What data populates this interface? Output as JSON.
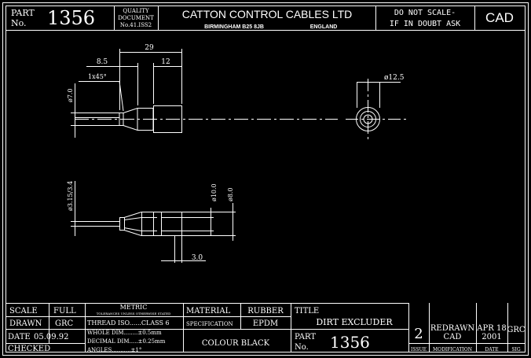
{
  "header": {
    "part_label": "PART",
    "part_no_label": "No.",
    "part_number": "1356",
    "quality_line1": "QUALITY",
    "quality_line2": "DOCUMENT",
    "quality_line3": "No.41.ISS2",
    "company_name": "CATTON CONTROL CABLES LTD",
    "company_city": "BIRMINGHAM B25 8JB",
    "company_country": "ENGLAND",
    "scale_note_1": "DO NOT SCALE-",
    "scale_note_2": "IF IN DOUBT ASK",
    "cad_label": "CAD"
  },
  "dimensions": {
    "overall_length": "29",
    "length_a": "8.5",
    "length_b": "12",
    "chamfer": "1x45°",
    "dia_left": "ø7.0",
    "dia_end_view": "ø12.5",
    "dia_bore": "ø3.15/3.4",
    "dia_inner": "ø10.0",
    "dia_outer": "ø8.0",
    "wall": "3.0"
  },
  "title_block": {
    "scale_label": "SCALE",
    "scale_value": "FULL",
    "drawn_label": "DRAWN",
    "drawn_value": "GRC",
    "date_label": "DATE",
    "date_value": "05.09.92",
    "checked_label": "CHECKED",
    "metric_label": "METRIC",
    "metric_sub": "TOLERANCES UNLESS OTHERWISE STATED",
    "thread": "THREAD ISO......CLASS 6",
    "whole": "WHOLE DIM........±0.5mm",
    "decimal": "DECIMAL DIM.....±0.25mm",
    "angles": "ANGLES...........±1°",
    "material_label": "MATERIAL",
    "material_value": "RUBBER",
    "spec_label": "SPECIFICATION",
    "spec_value": "EPDM",
    "colour": "COLOUR BLACK",
    "title_label": "TITLE",
    "title_value": "DIRT EXCLUDER",
    "part_label": "PART",
    "part_no_label": "No.",
    "part_number": "1356",
    "issue_no": "2",
    "mod_line1": "REDRAWN",
    "mod_line2": "CAD",
    "mod_date_line1": "APR 18",
    "mod_date_line2": "2001",
    "sig_value": "GRC",
    "issue_label": "ISSUE",
    "modification_label": "MODIFICATION",
    "date_col_label": "DATE",
    "sig_label": "SIG"
  }
}
